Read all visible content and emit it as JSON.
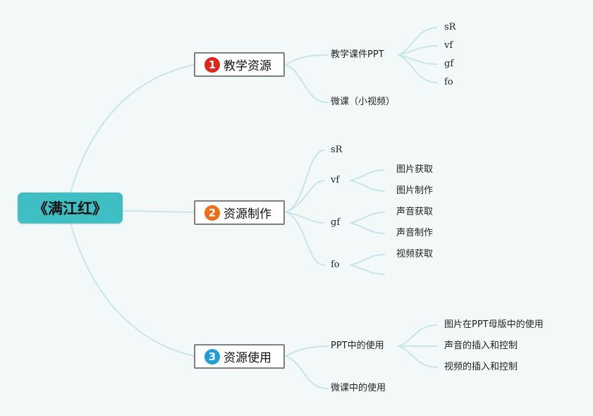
{
  "colors": {
    "background": "#f3f8f9",
    "root_fill": "#3fbfc4",
    "connector": "#c8e6e8",
    "badge_1": "#e0261b",
    "badge_2": "#ef6d16",
    "badge_3": "#1e9fdb"
  },
  "root": {
    "label": "《满江红》"
  },
  "branches": [
    {
      "badge": "1",
      "label": "教学资源",
      "children": [
        {
          "label": "教学课件PPT",
          "children": [
            "sR",
            "vf",
            "gf",
            "fo"
          ]
        },
        {
          "label": "微课（小视频）"
        }
      ]
    },
    {
      "badge": "2",
      "label": "资源制作",
      "children": [
        {
          "label": "sR"
        },
        {
          "label": "vf",
          "children": [
            "图片获取",
            "图片制作"
          ]
        },
        {
          "label": "gf",
          "children": [
            "声音获取",
            "声音制作"
          ]
        },
        {
          "label": "fo",
          "children": [
            "视频获取",
            ""
          ]
        }
      ]
    },
    {
      "badge": "3",
      "label": "资源使用",
      "children": [
        {
          "label": "PPT中的使用",
          "children": [
            "图片在PPT母版中的使用",
            "声音的插入和控制",
            "视频的插入和控制"
          ]
        },
        {
          "label": "微课中的使用"
        }
      ]
    }
  ]
}
